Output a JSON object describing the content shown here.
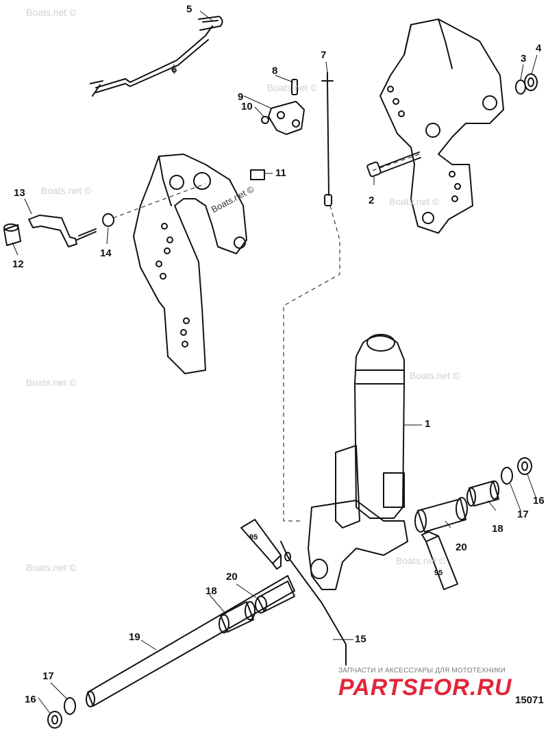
{
  "diagram_number": "15071",
  "callouts": {
    "c1": "1",
    "c2": "2",
    "c3": "3",
    "c4": "4",
    "c5": "5",
    "c6": "6",
    "c7": "7",
    "c8": "8",
    "c9": "9",
    "c10": "10",
    "c11": "11",
    "c12": "12",
    "c13": "13",
    "c14": "14",
    "c15": "15",
    "c16a": "16",
    "c16b": "16",
    "c17a": "17",
    "c17b": "17",
    "c18a": "18",
    "c18b": "18",
    "c19": "19",
    "c20a": "20",
    "c20b": "20"
  },
  "tube_labels": {
    "t1": "95",
    "t2": "95"
  },
  "watermark": "Boats.net ©",
  "footer": {
    "tagline": "ЗАПЧАСТИ И АКСЕССУАРЫ ДЛЯ МОТОТЕХНИКИ",
    "logo": "PARTSFOR.RU"
  },
  "colors": {
    "line": "#111111",
    "watermark": "#cfcfcf",
    "logo": "#e2263a"
  }
}
